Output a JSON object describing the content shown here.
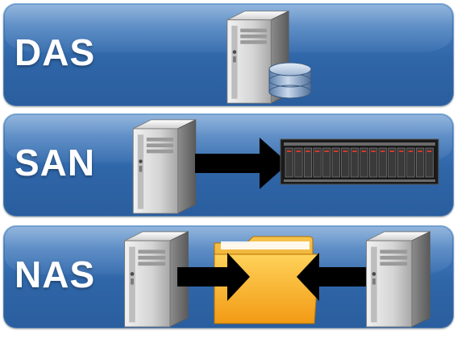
{
  "panels": [
    {
      "label": "DAS"
    },
    {
      "label": "SAN"
    },
    {
      "label": "NAS"
    }
  ],
  "icons": {
    "das": [
      "server-tower-icon",
      "database-icon"
    ],
    "san": [
      "server-tower-icon",
      "arrow-right-icon",
      "storage-array-icon"
    ],
    "nas": [
      "server-tower-icon",
      "arrow-right-icon",
      "folder-icon",
      "arrow-left-icon",
      "server-tower-icon"
    ]
  },
  "colors": {
    "panel": "#2f66a8",
    "panel_light": "#6a9bd0",
    "label": "#ffffff",
    "folder": "#f2a81e",
    "arrow": "#000000"
  }
}
